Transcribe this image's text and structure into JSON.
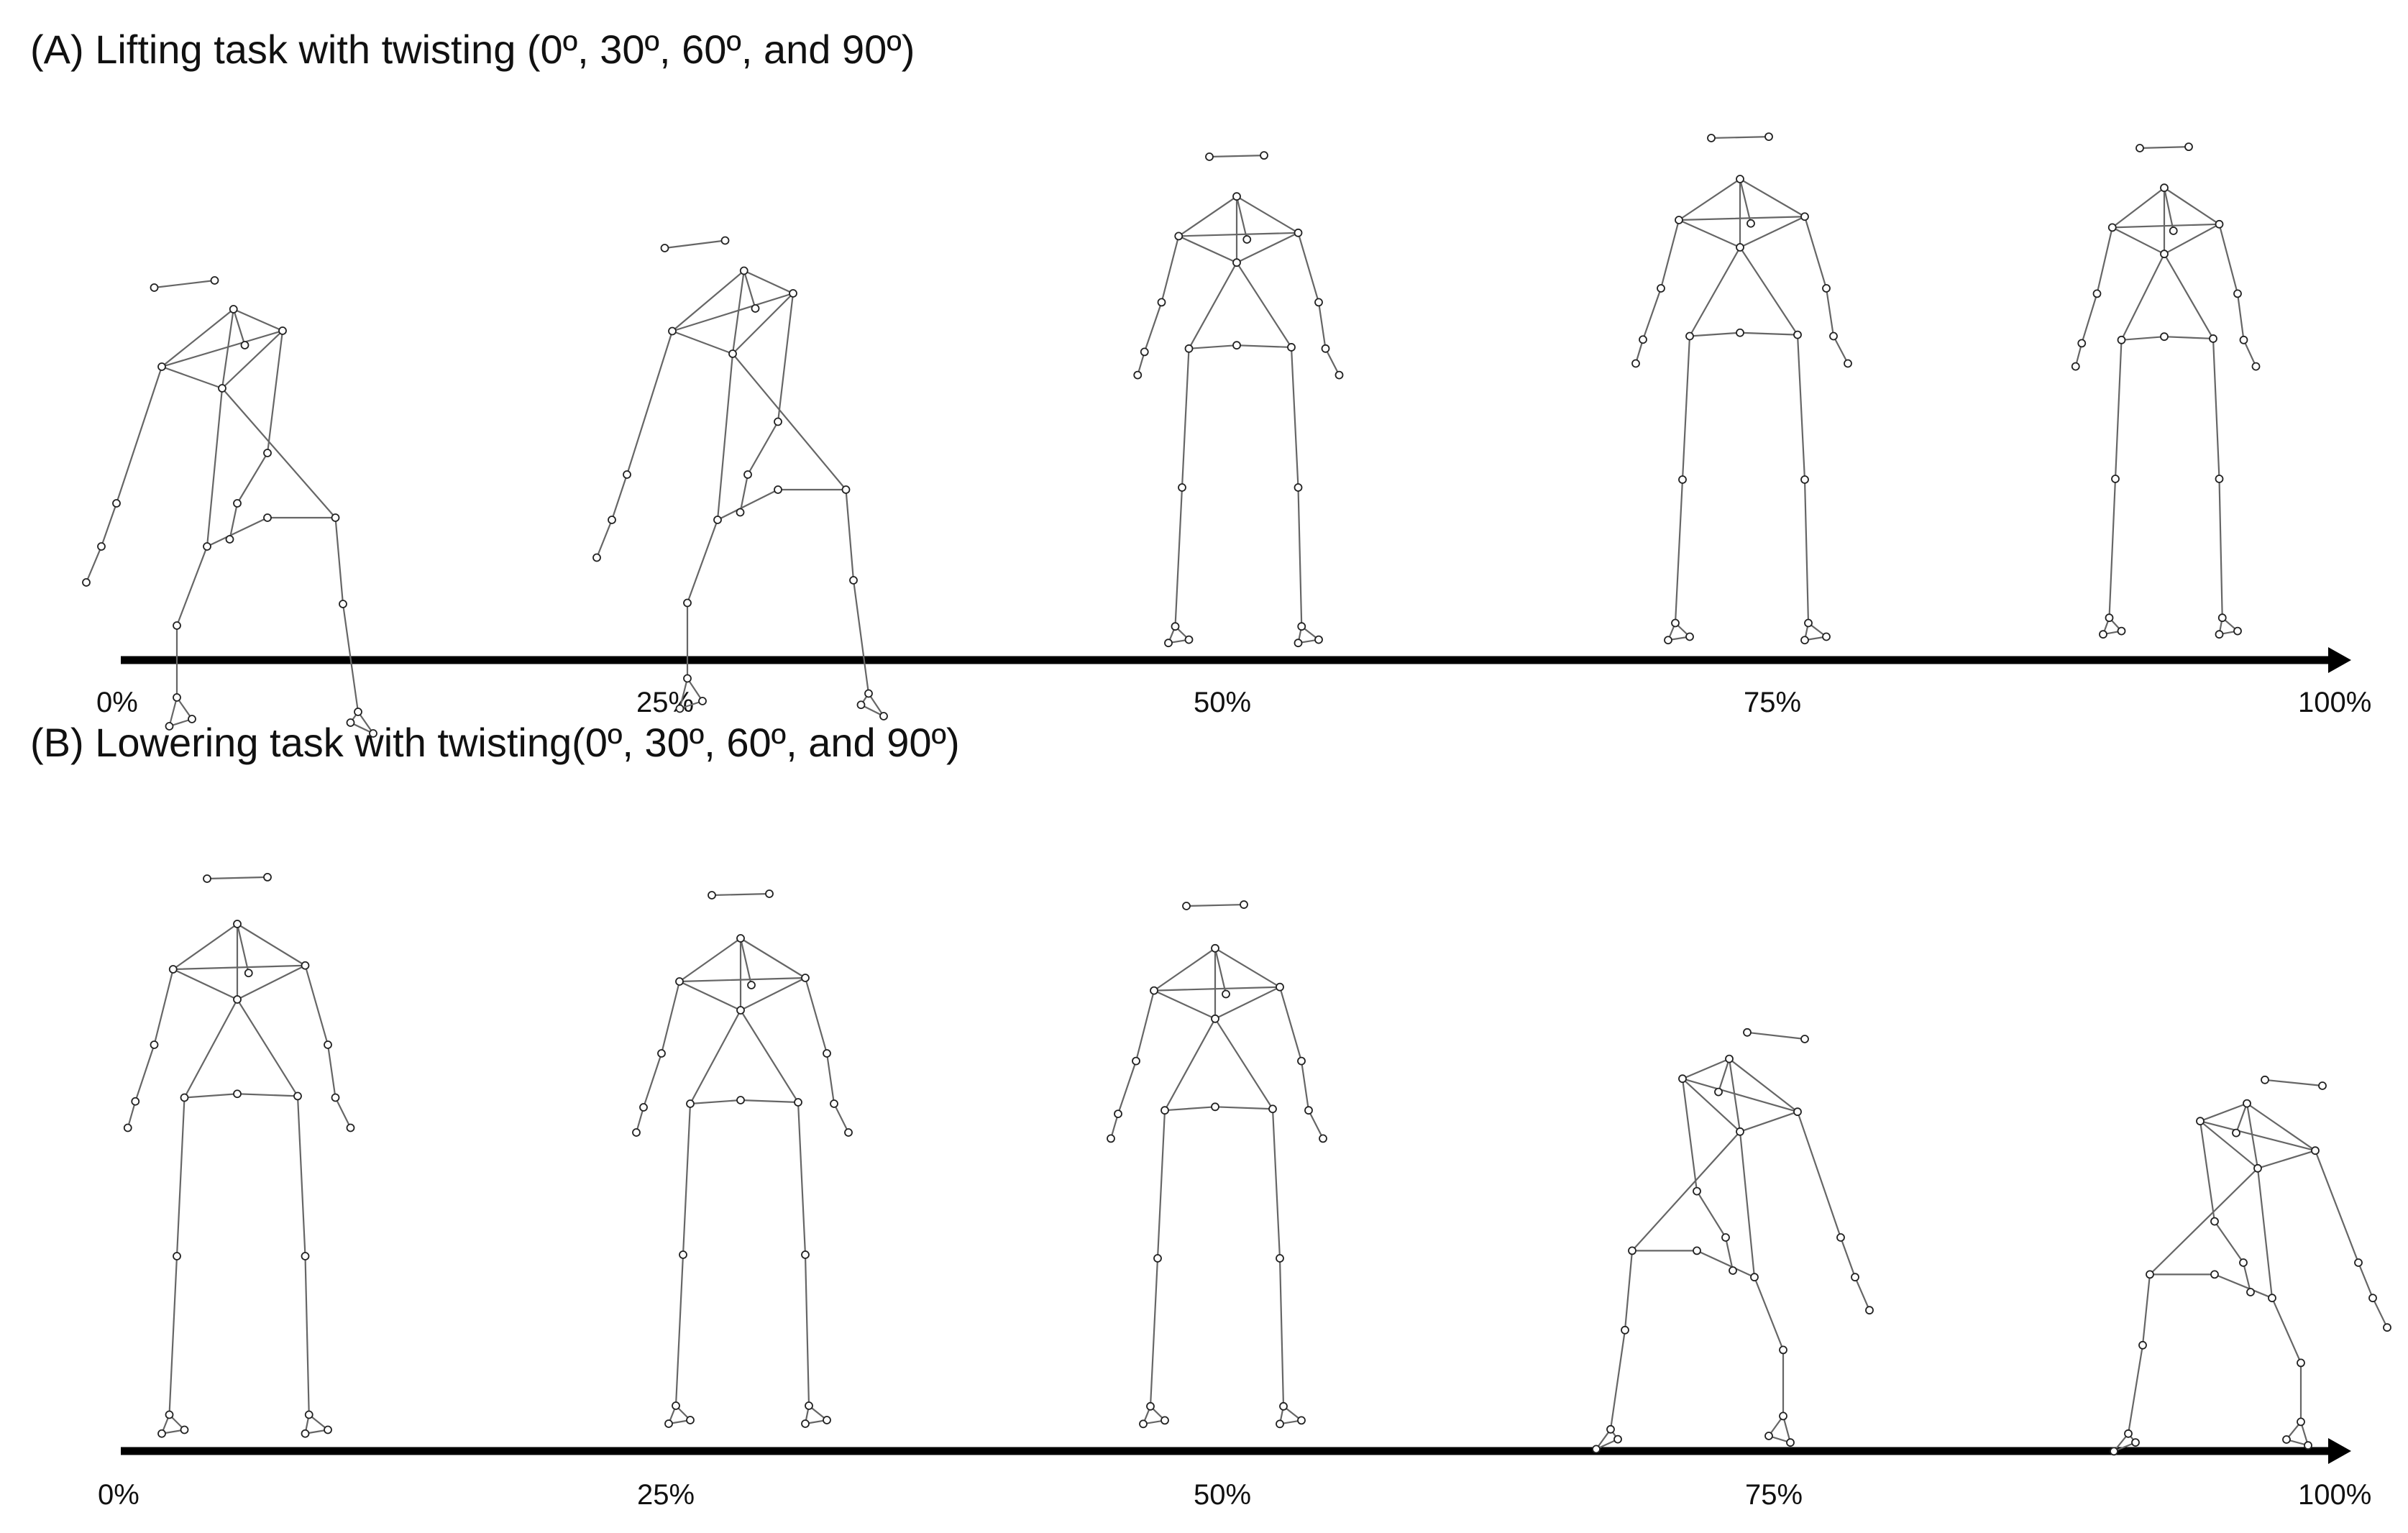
{
  "panels": [
    {
      "id": "A",
      "title": "(A) Lifting task with twisting (0º, 30º, 60º, and 90º)",
      "axis_labels": [
        "0%",
        "25%",
        "50%",
        "75%",
        "100%"
      ]
    },
    {
      "id": "B",
      "title": "(B) Lowering task with twisting(0º, 30º, 60º, and 90º)",
      "axis_labels": [
        "0%",
        "25%",
        "50%",
        "75%",
        "100%"
      ]
    }
  ],
  "colors": {
    "skeleton_line": "#666666",
    "joint": "#222222",
    "axis": "#000000"
  }
}
